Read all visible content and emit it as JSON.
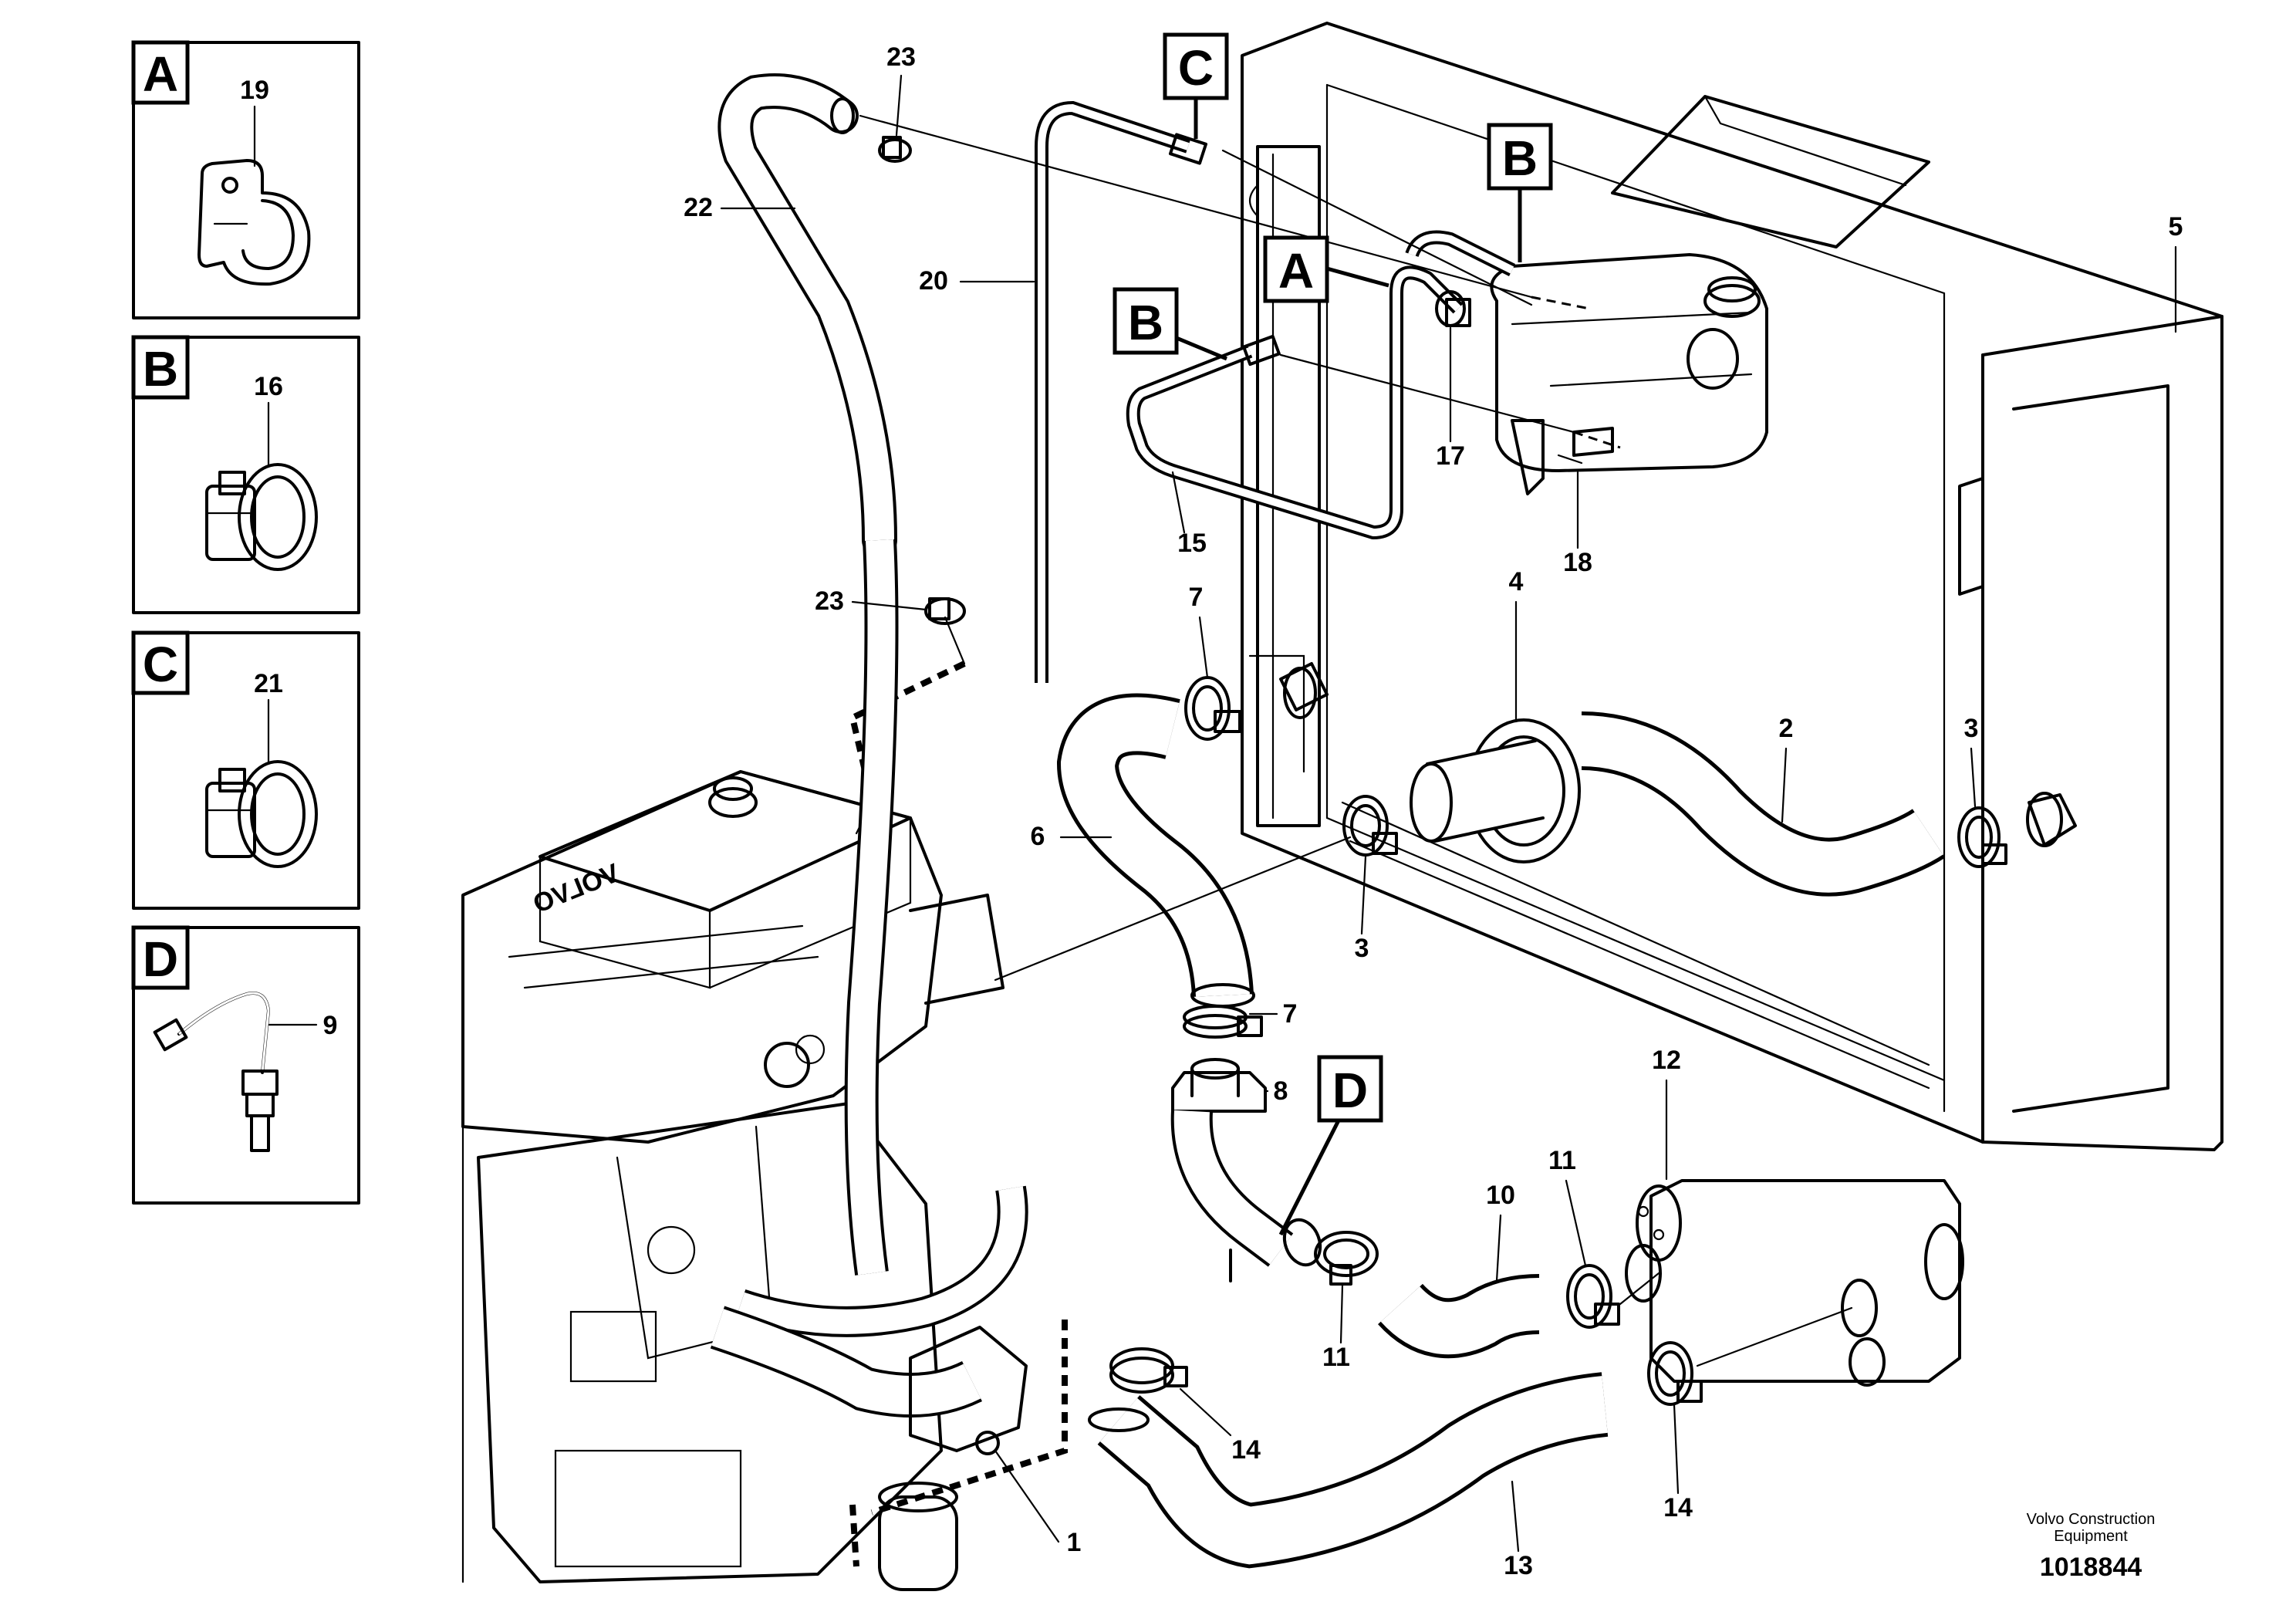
{
  "insets": [
    {
      "letter": "A",
      "part": "19"
    },
    {
      "letter": "B",
      "part": "16"
    },
    {
      "letter": "C",
      "part": "21"
    },
    {
      "letter": "D",
      "part": "9"
    }
  ],
  "callout_boxes": {
    "A": "A",
    "B1": "B",
    "B2": "B",
    "C": "C",
    "D": "D"
  },
  "labels": {
    "p1": "1",
    "p2": "2",
    "p3a": "3",
    "p3b": "3",
    "p4": "4",
    "p5": "5",
    "p6": "6",
    "p7a": "7",
    "p7b": "7",
    "p8": "8",
    "p10": "10",
    "p11a": "11",
    "p11b": "11",
    "p12": "12",
    "p13": "13",
    "p14a": "14",
    "p14b": "14",
    "p15": "15",
    "p17": "17",
    "p18": "18",
    "p20": "20",
    "p22": "22",
    "p23a": "23",
    "p23b": "23"
  },
  "credit": {
    "line1": "Volvo Construction",
    "line2": "Equipment",
    "ref": "1018844"
  },
  "engine_text": "VOLVO"
}
